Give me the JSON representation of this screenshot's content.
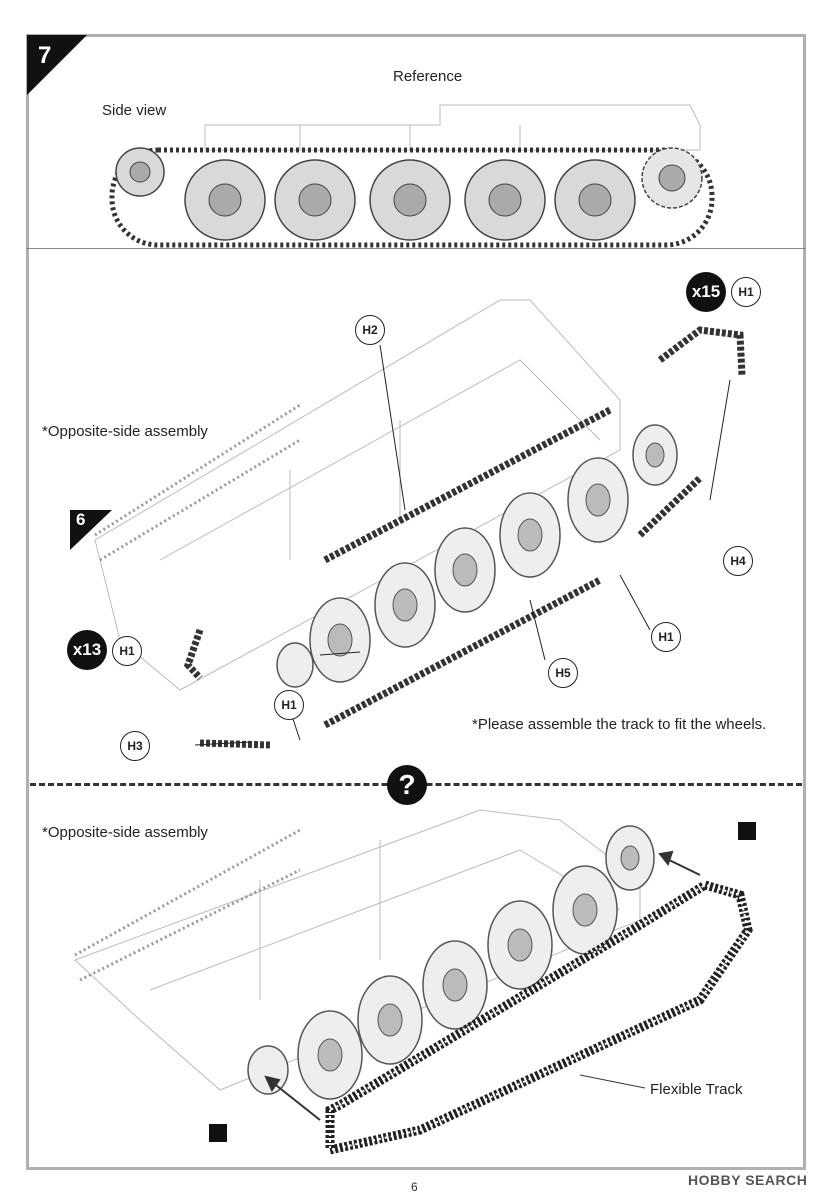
{
  "step": {
    "number": "7",
    "prev_step": "6"
  },
  "reference": {
    "title": "Reference",
    "side_view": "Side view"
  },
  "notes": {
    "opposite_side": "*Opposite-side assembly",
    "assemble_track": "*Please assemble the track to fit the wheels.",
    "flexible_track": "Flexible Track"
  },
  "parts": {
    "h1": "H1",
    "h2": "H2",
    "h3": "H3",
    "h4": "H4",
    "h5": "H5",
    "x15": "x15",
    "x13": "x13"
  },
  "symbols": {
    "question": "?",
    "question_icon": "question-mark-icon",
    "square_icon": "square-marker-icon"
  },
  "page": {
    "number": "6"
  },
  "watermark": {
    "text": "HOBBY SEARCH"
  }
}
